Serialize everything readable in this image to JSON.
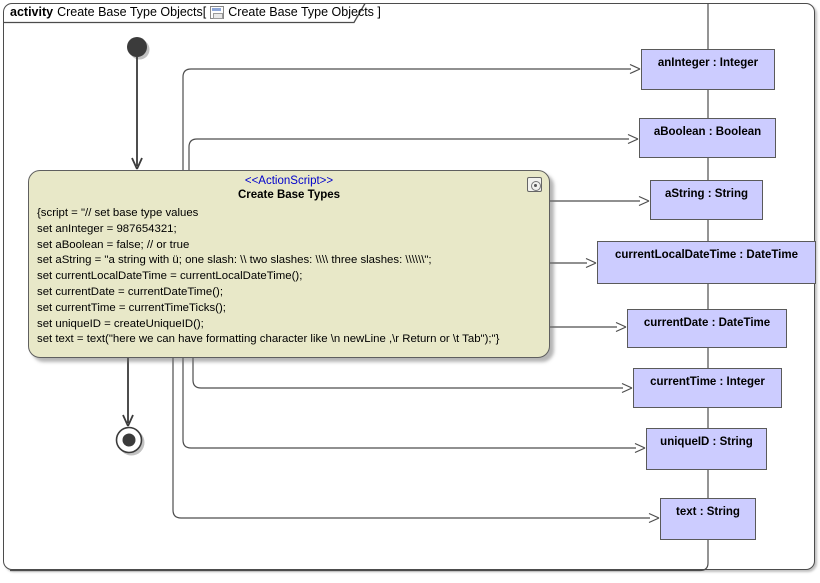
{
  "frame": {
    "keyword": "activity",
    "name_part": "Create Base Type Objects[",
    "diagram_part": "Create Base Type Objects ]"
  },
  "action": {
    "stereotype": "<<ActionScript>>",
    "name": "Create Base Types",
    "script_lines": [
      "{script = \"// set base type values",
      "set anInteger = 987654321;",
      "set aBoolean = false; // or true",
      "set aString = \"a string with ü; one slash: \\\\ two slashes: \\\\\\\\ three slashes: \\\\\\\\\\\\\";",
      "set currentLocalDateTime = currentLocalDateTime();",
      "set currentDate = currentDateTime();",
      "set currentTime = currentTimeTicks();",
      "set uniqueID = createUniqueID();",
      "set text = text(\"here we can have formatting character like \\n newLine ,\\r Return or \\t Tab\");\"}"
    ]
  },
  "object_nodes": [
    {
      "label": "anInteger : Integer"
    },
    {
      "label": "aBoolean : Boolean"
    },
    {
      "label": "aString : String"
    },
    {
      "label": "currentLocalDateTime : DateTime"
    },
    {
      "label": "currentDate : DateTime"
    },
    {
      "label": "currentTime : Integer"
    },
    {
      "label": "uniqueID : String"
    },
    {
      "label": "text : String"
    }
  ],
  "colors": {
    "object_node_fill": "#ccccff",
    "action_fill": "#e8e8c8",
    "stereotype_text": "#0000cc",
    "line": "#4d4d4d",
    "node_fill": "#3b3b3b"
  }
}
